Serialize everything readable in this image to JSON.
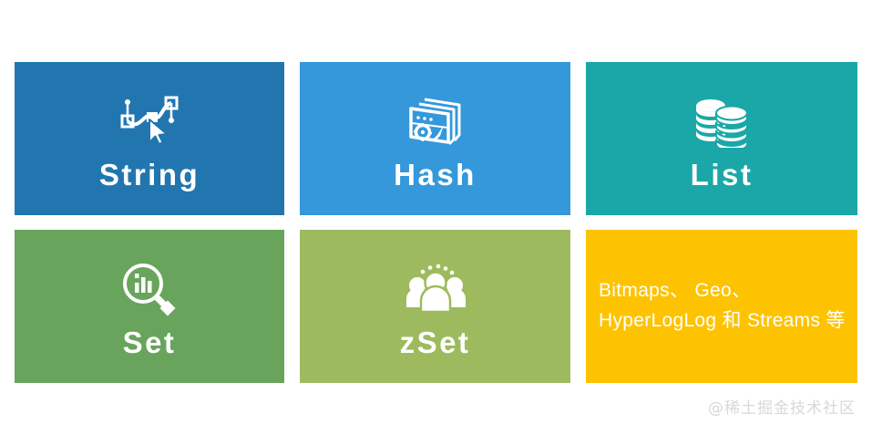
{
  "page": {
    "background": "#ffffff",
    "watermark": "@稀土掘金技术社区",
    "watermark_color": "#d8d8d8"
  },
  "tiles": [
    {
      "label": "String",
      "icon": "bezier-path-cursor-icon",
      "color": "#2276b0",
      "text_color": "#ffffff"
    },
    {
      "label": "Hash",
      "icon": "stacked-windows-gear-icon",
      "color": "#3498db",
      "text_color": "#ffffff"
    },
    {
      "label": "List",
      "icon": "coin-stacks-icon",
      "color": "#1ba7a8",
      "text_color": "#ffffff"
    },
    {
      "label": "Set",
      "icon": "magnifier-bar-chart-icon",
      "color": "#68a45c",
      "text_color": "#ffffff"
    },
    {
      "label": "zSet",
      "icon": "people-group-icon",
      "color": "#9dbb5e",
      "text_color": "#ffffff"
    }
  ],
  "text_tile": {
    "color": "#fdc300",
    "text_color": "#ffffff",
    "line1": "Bitmaps、 Geo、",
    "line2": "HyperLogLog 和 Streams 等"
  }
}
